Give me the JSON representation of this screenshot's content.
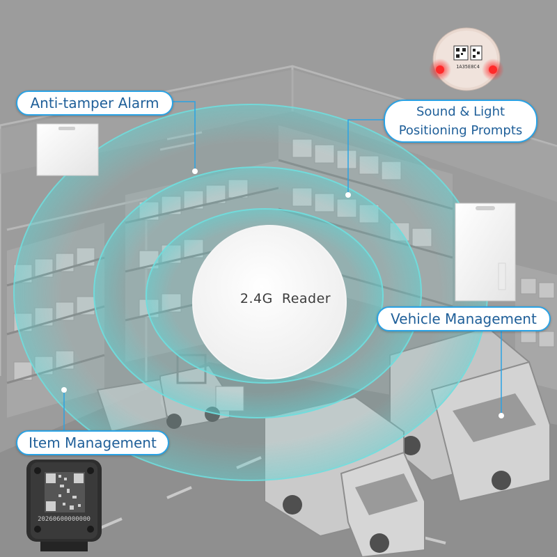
{
  "labels": {
    "anti_tamper": "Anti-tamper Alarm",
    "sound_light_line1": "Sound & Light",
    "sound_light_line2": "Positioning Prompts",
    "vehicle": "Vehicle Management",
    "item": "Item Management",
    "reader": "2.4G  Reader"
  },
  "products": {
    "tag_code": "1A35E8C4",
    "item_tag_serial": "20260600000000"
  },
  "colors": {
    "accent": "#2aa2e4",
    "label_text": "#1f5f99",
    "signal": "#5fd3d3",
    "background": "#9a9a9a",
    "tag_light": "#ff2a2a"
  }
}
